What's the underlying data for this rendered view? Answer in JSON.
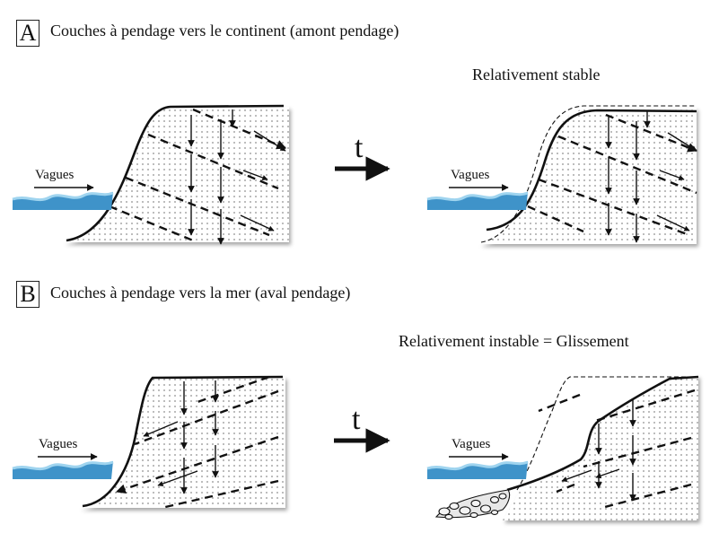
{
  "panel_a": {
    "letter": "A",
    "title": "Couches à pendage vers le continent (amont pendage)",
    "outcome": "Relativement stable",
    "waves_before": "Vagues",
    "waves_after": "Vagues",
    "time_symbol": "t"
  },
  "panel_b": {
    "letter": "B",
    "title": "Couches à pendage vers la mer (aval pendage)",
    "outcome": "Relativement instable = Glissement",
    "waves_before": "Vagues",
    "waves_after": "Vagues",
    "time_symbol": "t"
  },
  "colors": {
    "water_dark": "#3f93c9",
    "water_light": "#9fd4ef",
    "rock_fill": "#ffffff",
    "line": "#111111"
  }
}
